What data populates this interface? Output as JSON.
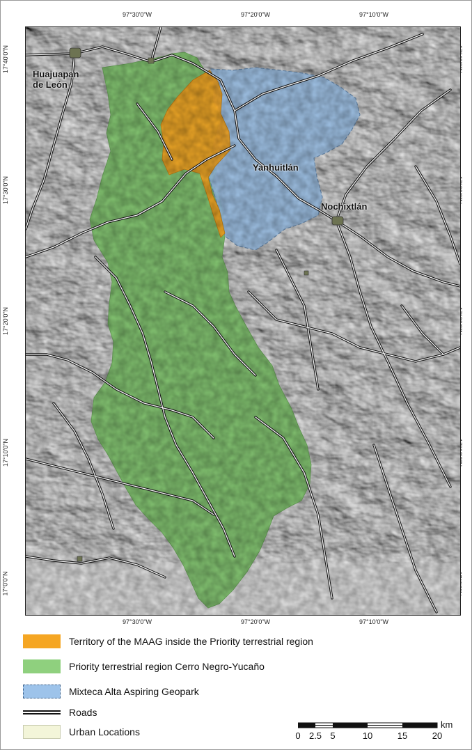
{
  "colors": {
    "maag_inside": "#f5a623",
    "priority_region": "#7ec46a",
    "geopark": "#9dc3ea",
    "urban": "#f3f5d9",
    "roads": "#111111"
  },
  "ticks": {
    "top": [
      "97°30'0\"W",
      "97°20'0\"W",
      "97°10'0\"W"
    ],
    "bottom": [
      "97°30'0\"W",
      "97°20'0\"W",
      "97°10'0\"W"
    ],
    "left": [
      "17°40'0\"N",
      "17°30'0\"N",
      "17°20'0\"N",
      "17°10'0\"N",
      "17°0'0\"N"
    ],
    "right": [
      "17°40'0\"N",
      "17°30'0\"N",
      "17°20'0\"N",
      "17°10'0\"N",
      "17°0'0\"N"
    ]
  },
  "places": {
    "huajuapan_line1": "Huajuapan",
    "huajuapan_line2": "de León",
    "yanhuitlan": "Yanhuitlán",
    "nochixtlan": "Nochixtlán"
  },
  "legend": {
    "maag": "Territory of the MAAG inside the Priority terrestrial region",
    "priority": "Priority terrestrial region Cerro Negro-Yucaño",
    "geopark": "Mixteca Alta Aspiring Geopark",
    "roads": "Roads",
    "urban": "Urban Locations"
  },
  "scale": {
    "unit": "km",
    "labels": [
      "0",
      "2.5",
      "5",
      "10",
      "15",
      "20"
    ]
  }
}
